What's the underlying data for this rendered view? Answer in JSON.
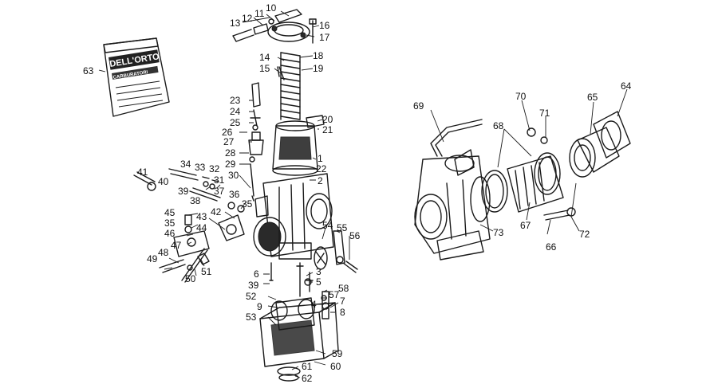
{
  "brand_text": "DELL'ORTO",
  "bag_line_1": "CARBURATORI",
  "callouts": {
    "c1": "1",
    "c2": "2",
    "c3": "3",
    "c4": "4",
    "c5": "5",
    "c6": "6",
    "c7": "7",
    "c8": "8",
    "c9": "9",
    "c10": "10",
    "c11": "11",
    "c12": "12",
    "c13": "13",
    "c14": "14",
    "c15": "15",
    "c16": "16",
    "c17": "17",
    "c18": "18",
    "c19": "19",
    "c20": "20",
    "c21": "21",
    "c22": "22",
    "c23": "23",
    "c24": "24",
    "c25": "25",
    "c26": "26",
    "c27": "27",
    "c28": "28",
    "c29": "29",
    "c30": "30",
    "c31": "31",
    "c32": "32",
    "c33": "33",
    "c34": "34",
    "c35a": "35",
    "c35b": "35",
    "c36": "36",
    "c37": "37",
    "c38": "38",
    "c39a": "39",
    "c39b": "39",
    "c40": "40",
    "c41": "41",
    "c42": "42",
    "c43": "43",
    "c44": "44",
    "c45": "45",
    "c46": "46",
    "c47": "47",
    "c48": "48",
    "c49": "49",
    "c50": "50",
    "c51": "51",
    "c52": "52",
    "c53": "53",
    "c54": "54",
    "c55": "55",
    "c56": "56",
    "c57": "57",
    "c58": "58",
    "c59": "59",
    "c60": "60",
    "c61": "61",
    "c62": "62",
    "c63": "63",
    "c64": "64",
    "c65": "65",
    "c66": "66",
    "c67": "67",
    "c68": "68",
    "c69": "69",
    "c70": "70",
    "c71": "71",
    "c72": "72",
    "c73": "73"
  }
}
